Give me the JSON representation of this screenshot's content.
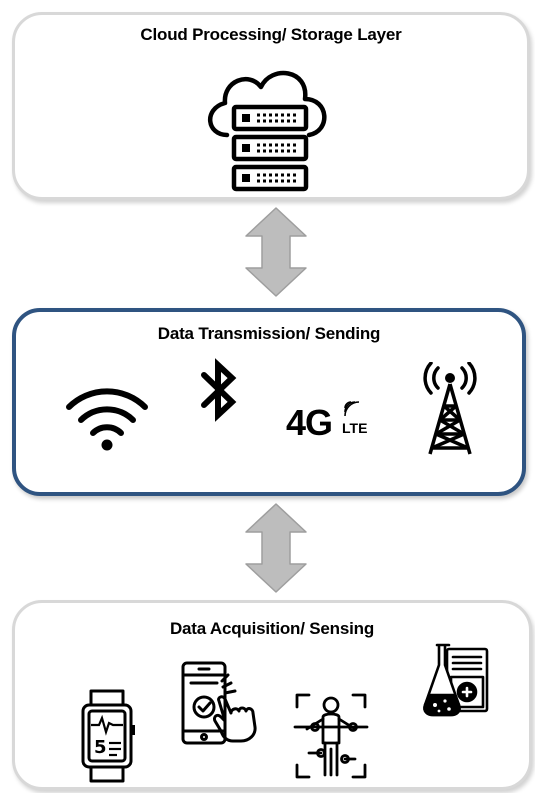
{
  "layers": {
    "cloud": {
      "title": "Cloud Processing/ Storage Layer",
      "icon": "cloud-server-icon"
    },
    "transmission": {
      "title": "Data Transmission/ Sending",
      "icons": [
        "wifi-icon",
        "bluetooth-icon",
        "4g-lte-icon",
        "cell-tower-icon"
      ],
      "lte": {
        "big": "4G",
        "small": "LTE"
      }
    },
    "acquisition": {
      "title": "Data Acquisition/ Sensing",
      "icons": [
        "smartwatch-icon",
        "smartphone-touch-icon",
        "body-scan-icon",
        "lab-report-icon"
      ],
      "watch_digit": "5"
    }
  },
  "colors": {
    "accent_border": "#2f5481",
    "soft_border": "#d8d8d8",
    "arrow_fill": "#bdbdbd",
    "arrow_stroke": "#9e9e9e"
  }
}
